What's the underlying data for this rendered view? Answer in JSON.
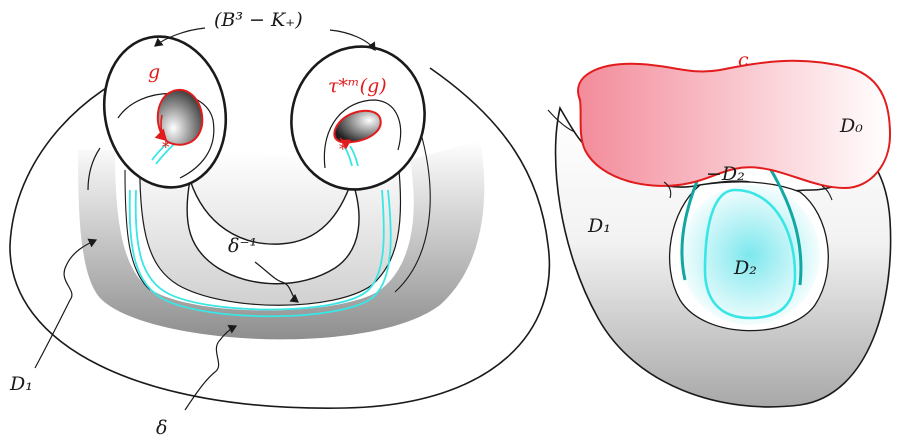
{
  "left_figure": {
    "title_label": "(B³ − K₊)",
    "label_g": "g",
    "label_tau": "τ*ᵐ(g)",
    "label_delta_inv": "δ⁻¹",
    "label_delta": "δ",
    "label_D1": "D₁"
  },
  "right_figure": {
    "label_c": "c",
    "label_D0": "D₀",
    "label_D1": "D₁",
    "label_minus_D2": "−D₂",
    "label_D2": "D₂"
  },
  "colors": {
    "red": "#e21c1c",
    "cyan": "#39e6e6",
    "teal": "#11a7a2",
    "black": "#1a1a1a"
  }
}
